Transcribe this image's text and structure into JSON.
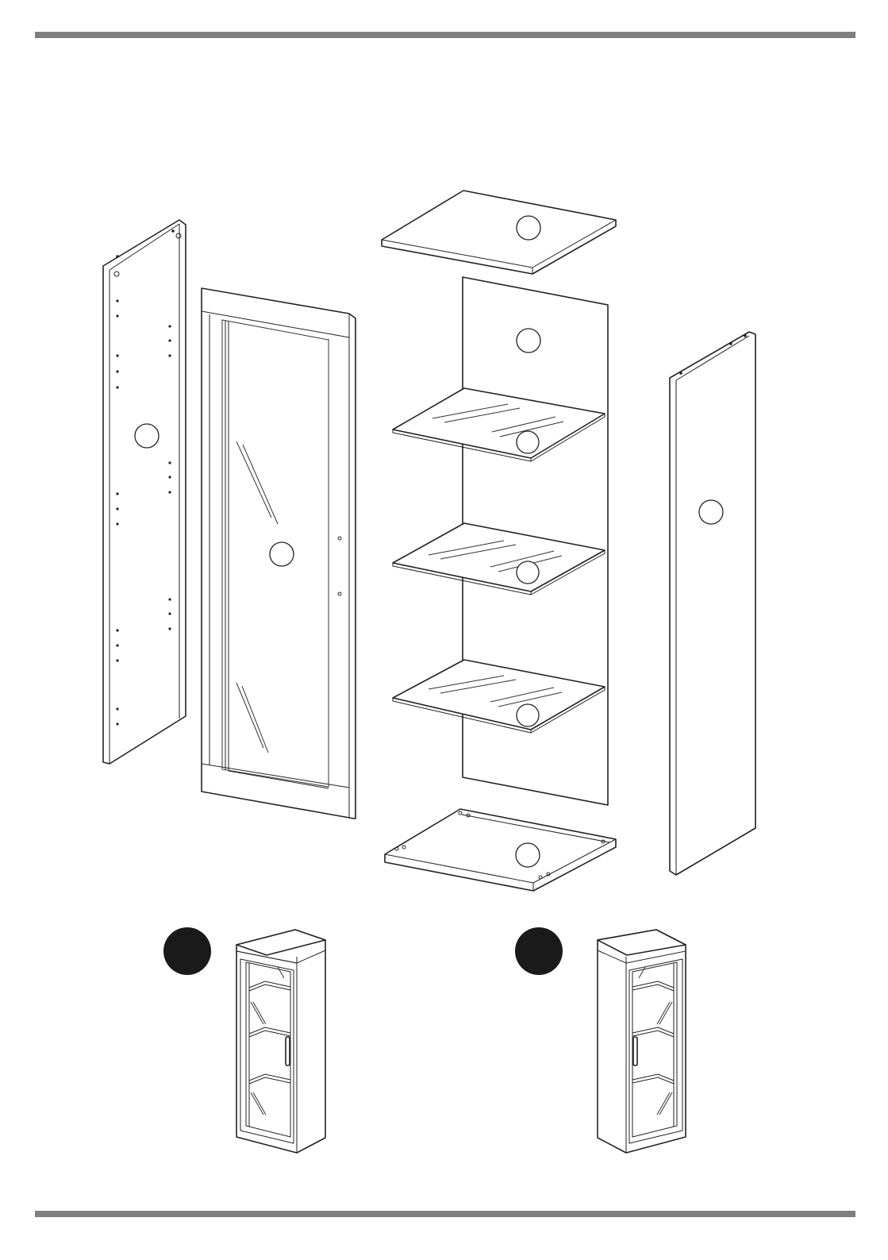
{
  "colors": {
    "rule": "#7f7f7f",
    "line": "#222222",
    "badge": "#1a1a1a",
    "background": "#ffffff"
  },
  "parts": [
    {
      "name": "left-side-panel"
    },
    {
      "name": "front-frame-with-glass-door"
    },
    {
      "name": "top-panel"
    },
    {
      "name": "back-panel"
    },
    {
      "name": "glass-shelf-1"
    },
    {
      "name": "glass-shelf-2"
    },
    {
      "name": "glass-shelf-3"
    },
    {
      "name": "bottom-panel"
    },
    {
      "name": "right-side-panel"
    }
  ],
  "variants": [
    {
      "name": "variant-handle-right",
      "badge": "black-circle"
    },
    {
      "name": "variant-handle-left",
      "badge": "black-circle"
    }
  ]
}
